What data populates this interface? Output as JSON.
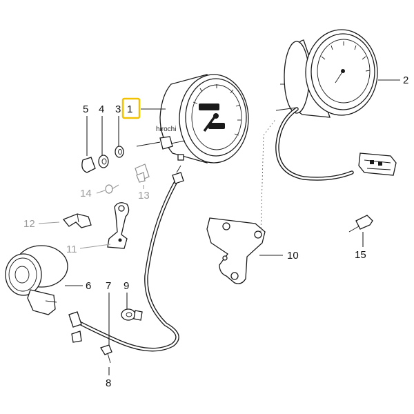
{
  "callouts": {
    "c1": "1",
    "c2": "2",
    "c3": "3",
    "c4": "4",
    "c5": "5",
    "c6": "6",
    "c7": "7",
    "c8": "8",
    "c9": "9",
    "c10": "10",
    "c11": "11",
    "c12": "12",
    "c13": "13",
    "c14": "14",
    "c15": "15"
  },
  "watermark": "hirochi",
  "colors": {
    "highlight": "#f2c200",
    "ink": "#1a1a1a",
    "grey_ink": "#9a9a9a"
  }
}
